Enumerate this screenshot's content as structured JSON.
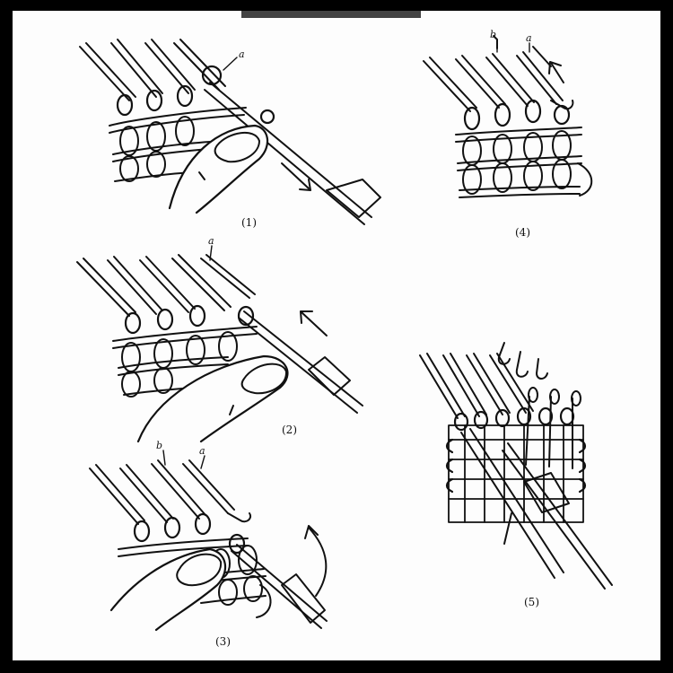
{
  "panels": [
    {
      "caption": "(1)",
      "labels": [
        "a"
      ]
    },
    {
      "caption": "(2)",
      "labels": [
        "a"
      ]
    },
    {
      "caption": "(3)",
      "labels": [
        "b",
        "a"
      ]
    },
    {
      "caption": "(4)",
      "labels": [
        "b",
        "a"
      ]
    },
    {
      "caption": "(5)",
      "labels": []
    }
  ],
  "colors": {
    "ink": "#111111",
    "paper": "#fdfdfd",
    "border": "#000000"
  }
}
